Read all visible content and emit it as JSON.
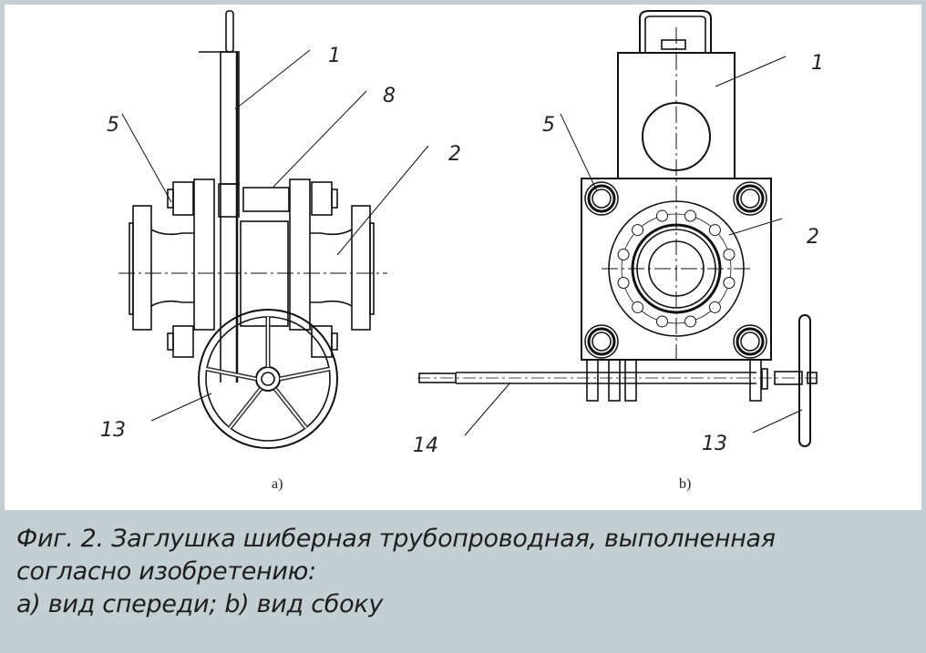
{
  "figure": {
    "view_a": {
      "sublabel": "a)",
      "callouts": [
        "1",
        "8",
        "5",
        "2",
        "13"
      ]
    },
    "view_b": {
      "sublabel": "b)",
      "callouts": [
        "1",
        "5",
        "2",
        "14",
        "13"
      ]
    }
  },
  "caption": {
    "line1": "Фиг. 2. Заглушка шиберная трубопроводная, выполненная",
    "line2": "согласно изобретению:",
    "line3": "a) вид спереди; b) вид сбоку"
  }
}
